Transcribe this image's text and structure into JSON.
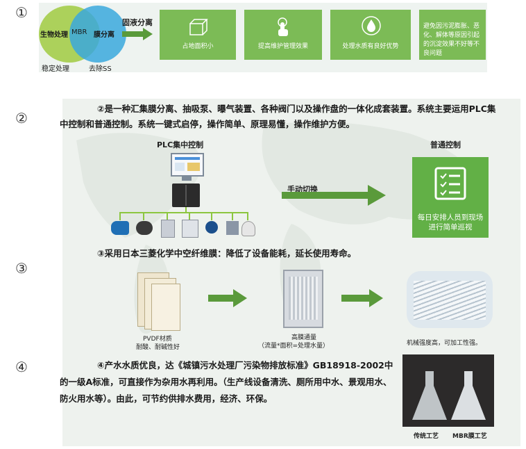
{
  "sections": {
    "s1": {
      "number": "①",
      "venn": {
        "left": "生物处理",
        "center": "MBR",
        "right": "膜分离",
        "below_left": "稳定处理",
        "below_right": "去除SS"
      },
      "arrow_label": "固液分离",
      "boxes": [
        {
          "label": "占地面积小",
          "icon": "cube-icon"
        },
        {
          "label": "提高维护管理效果",
          "icon": "touch-icon"
        },
        {
          "label": "处理水质有良好优势",
          "icon": "water-drop-icon"
        },
        {
          "label": "避免因污泥膨胀、恶化、解体等原因引起的沉淀效果不好等不良问题",
          "icon": ""
        }
      ]
    },
    "s2": {
      "number": "②",
      "paragraph": "②是一种汇集膜分离、抽吸泵、曝气装置、各种阀门以及操作盘的一体化成套装置。系统主要运用PLC集中控制和普通控制。系统一键式启停，操作简单、原理易懂，操作维护方便。",
      "plc_label": "PLC集中控制",
      "arrow_label": "手动切换",
      "manual_label": "普通控制",
      "manual_box_text": "每日安排人员到现场进行简单巡视"
    },
    "s3": {
      "number": "③",
      "paragraph": "③采用日本三菱化学中空纤维膜：降低了设备能耗，延长使用寿命。",
      "caption1a": "PVDF材质",
      "caption1b": "耐酸、耐碱性好",
      "caption2a": "高膜通量",
      "caption2b": "（流量*面积=处理水量）",
      "caption3": "机械强度高，可加工性强。"
    },
    "s4": {
      "number": "④",
      "paragraph": "④产水水质优良，达《城镇污水处理厂污染物排放标准》GB18918-2002中的一级A标准，可直接作为杂用水再利用。（生产线设备清洗、厕所用中水、景观用水、防火用水等）。由此，可节约供排水费用，经济、环保。",
      "caption_left": "传统工艺",
      "caption_right": "MBR膜工艺"
    }
  }
}
